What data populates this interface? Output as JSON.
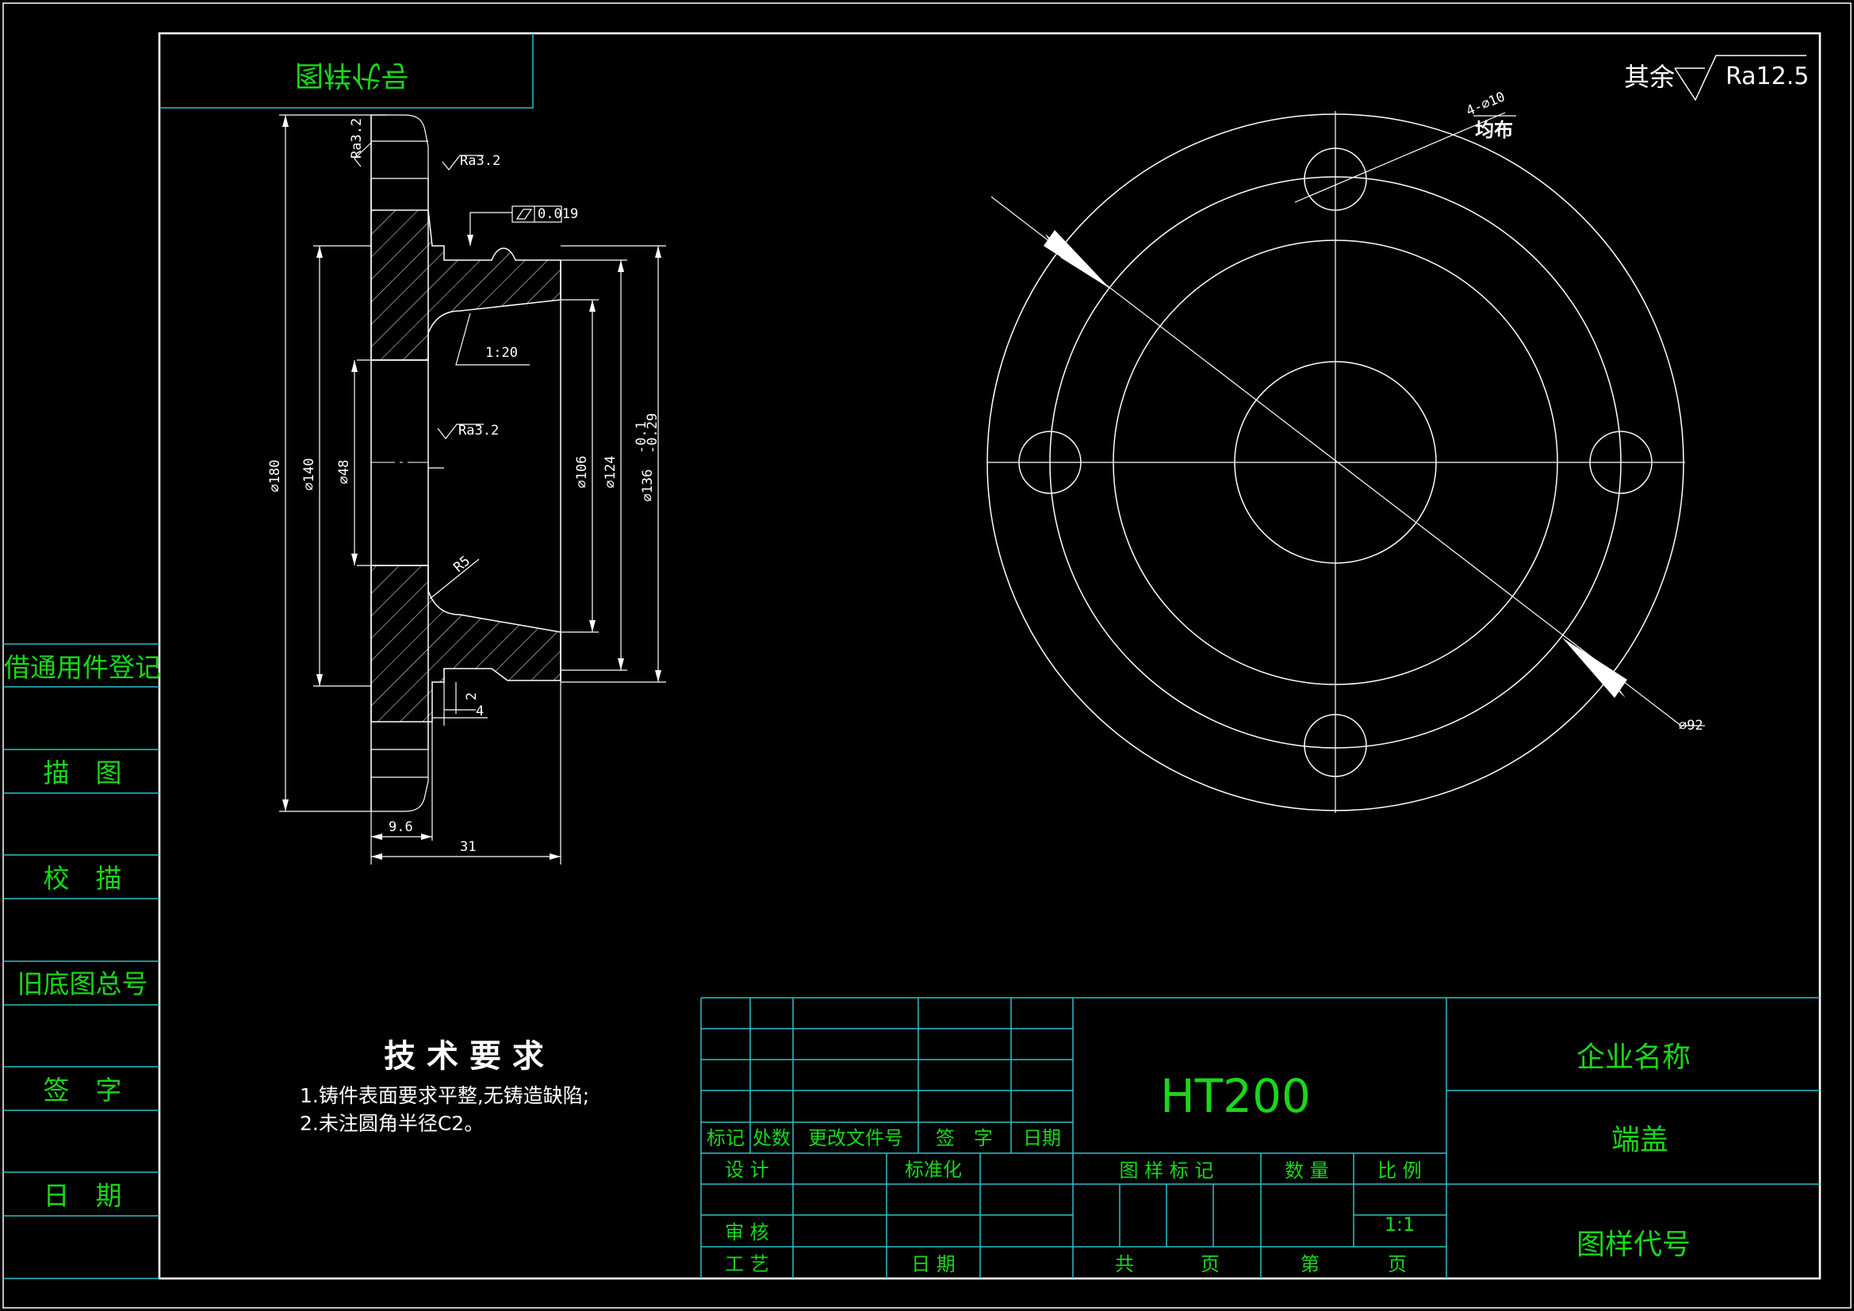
{
  "drawing_title": "端盖",
  "company_name": "企业名称",
  "material": "HT200",
  "scale_value": "1:1",
  "drawing_code_label": "图样代号",
  "mirrored_box_label": "图样代号",
  "roughness_note": {
    "prefix": "其余",
    "value": "Ra12.5"
  },
  "left_strip": [
    "借通用件登记",
    "描　图",
    "校　描",
    "旧底图总号",
    "签　字",
    "日　期"
  ],
  "tech_requirements": {
    "title": "技 术 要 求",
    "items": [
      "1.铸件表面要求平整,无铸造缺陷;",
      "2.未注圆角半径C2。"
    ]
  },
  "revision_headers": [
    "标记",
    "处数",
    "更改文件号",
    "签　字",
    "日期"
  ],
  "signoff_labels": {
    "design": "设 计",
    "standard": "标准化",
    "review": "审 核",
    "process": "工 艺",
    "date": "日 期"
  },
  "title_block_labels": {
    "sample_mark": "图 样 标 记",
    "quantity": "数 量",
    "scale": "比 例",
    "total": "共",
    "page": "页",
    "nth": "第",
    "page2": "页"
  },
  "section_dims": {
    "d180": "⌀180",
    "d140": "⌀140",
    "d48": "⌀48",
    "d106": "⌀106",
    "d124": "⌀124",
    "d136": "⌀136",
    "d136_tol_upper": "-0.1",
    "d136_tol_lower": "-0.29",
    "r5": "R5",
    "taper": "1:20",
    "w96": "9.6",
    "w31": "31",
    "h2": "2",
    "w4": "4",
    "ra32_a": "Ra3.2",
    "ra32_b": "Ra3.2",
    "ra32_c": "Ra3.2",
    "flatness": "0.019"
  },
  "front_view_dims": {
    "holes": "4-⌀10",
    "holes_note": "均布",
    "d92": "⌀92"
  }
}
